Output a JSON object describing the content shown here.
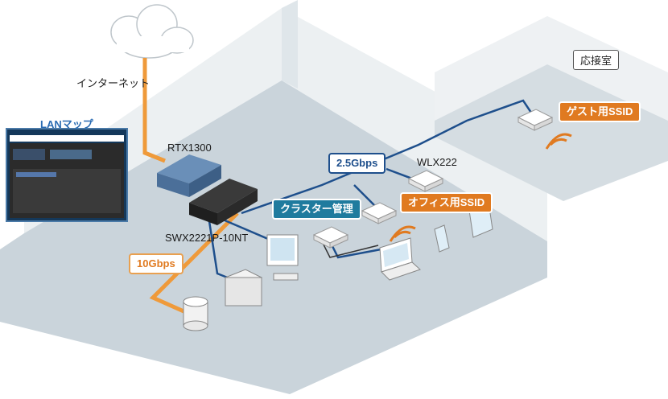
{
  "labels": {
    "internet": "インターネット",
    "router": "RTX1300",
    "switch": "SWX2221P-10NT",
    "ap": "WLX222",
    "lan_map": "LANマップ",
    "room": "応接室"
  },
  "callouts": {
    "link_10g": "10Gbps",
    "link_2_5g": "2.5Gbps",
    "cluster": "クラスター管理",
    "office_ssid": "オフィス用SSID",
    "guest_ssid": "ゲスト用SSID"
  },
  "colors": {
    "floor": "#c8d3da",
    "wall": "#e4eaee",
    "orange_cable": "#ef9a3a",
    "blue_cable": "#1e4f8c",
    "teal": "#1f7b9e",
    "accent_orange": "#e07a20"
  }
}
